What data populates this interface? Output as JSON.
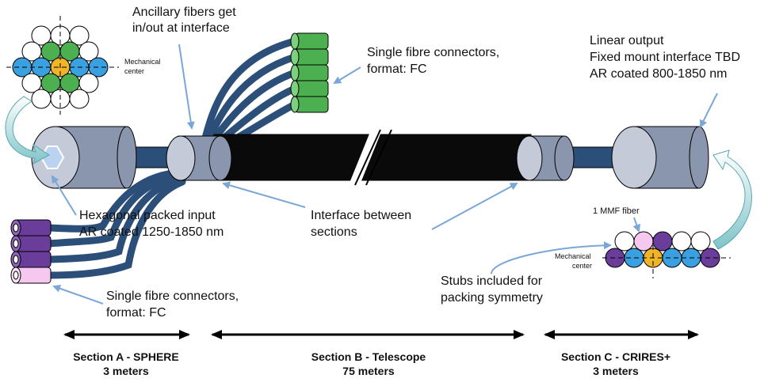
{
  "labels": {
    "ancillary": [
      "Ancillary fibers get",
      "in/out at interface"
    ],
    "connectors_top": [
      "Single fibre connectors,",
      "format: FC"
    ],
    "linear_output": [
      "Linear output",
      "Fixed mount interface TBD",
      "AR coated 800-1850 nm"
    ],
    "hex_input": [
      "Hexagonal packed input",
      "AR coated 1250-1850 nm"
    ],
    "interface": [
      "Interface between",
      "sections"
    ],
    "mmf": "1 MMF fiber",
    "mech_center_left": [
      "Mechanical",
      "center"
    ],
    "mech_center_right": [
      "Mechanical",
      "center"
    ],
    "stubs": [
      "Stubs included for",
      "packing symmetry"
    ],
    "connectors_bottom": [
      "Single fibre connectors,",
      "format: FC"
    ]
  },
  "sections": [
    {
      "name": "Section A - SPHERE",
      "length": "3 meters"
    },
    {
      "name": "Section B - Telescope",
      "length": "75 meters"
    },
    {
      "name": "Section C - CRIRES+",
      "length": "3 meters"
    }
  ],
  "colors": {
    "fiber": "#2b4f78",
    "cable": "#0a0a0a",
    "housing": "#8a96ad",
    "housing_light": "#c4cad8",
    "green": "#4caf50",
    "blue": "#3aa0e0",
    "yellow": "#f0b429",
    "purple": "#6a3d9a",
    "pink": "#f6c8f0",
    "arrow": "#7aa6d8"
  }
}
